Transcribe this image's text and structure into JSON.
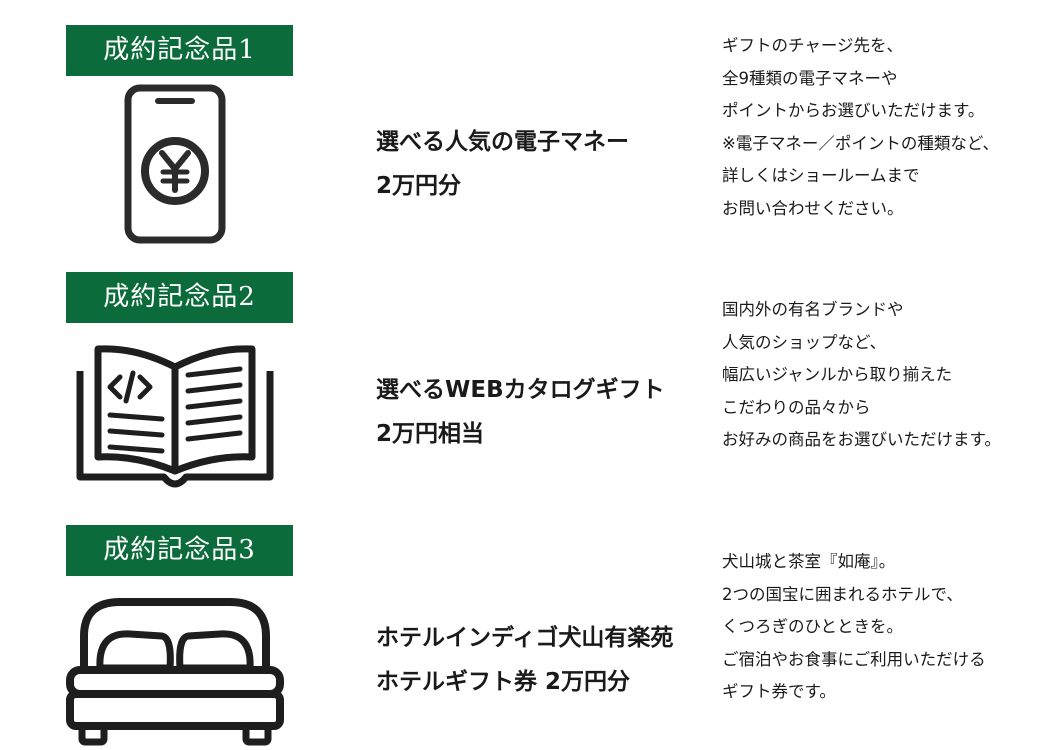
{
  "gifts": [
    {
      "badge": "成約記念品1",
      "icon": "smartphone-yen-icon",
      "title_lines": [
        "選べる人気の電子マネー",
        "2万円分"
      ],
      "desc_lines": [
        "ギフトのチャージ先を、",
        "全9種類の電子マネーや",
        "ポイントからお選びいただけます。",
        "※電子マネー／ポイントの種類など、",
        "詳しくはショールームまで",
        "お問い合わせください。"
      ]
    },
    {
      "badge": "成約記念品2",
      "icon": "open-book-icon",
      "title_lines": [
        "選べるWEBカタログギフト",
        "2万円相当"
      ],
      "desc_lines": [
        "国内外の有名ブランドや",
        "人気のショップなど、",
        "幅広いジャンルから取り揃えた",
        "こだわりの品々から",
        "お好みの商品をお選びいただけます。"
      ]
    },
    {
      "badge": "成約記念品3",
      "icon": "bed-icon",
      "title_lines": [
        "ホテルインディゴ犬山有楽苑",
        "ホテルギフト券 2万円分"
      ],
      "desc_lines": [
        "犬山城と茶室『如庵』。",
        "2つの国宝に囲まれるホテルで、",
        "くつろぎのひとときを。",
        "ご宿泊やお食事にご利用いただける",
        "ギフト券です。"
      ]
    }
  ],
  "colors": {
    "badge_bg": "#0b6b3a",
    "badge_text": "#ffffff",
    "icon_stroke": "#2b2b2b",
    "text": "#1a1a1a"
  }
}
